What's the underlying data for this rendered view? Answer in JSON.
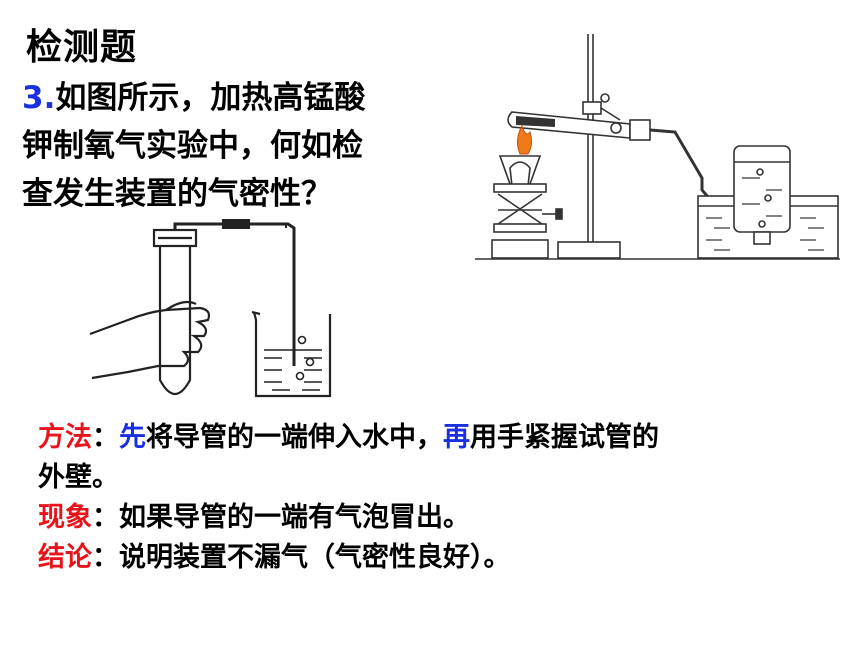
{
  "slide": {
    "title": "检测题",
    "question": {
      "number": "3.",
      "text_line1": "如图所示，加热高锰酸",
      "text_line2": "钾制氧气实验中，何如检",
      "text_line3": "查发生装置的气密性？"
    },
    "answers": {
      "method_label": "方法",
      "colon": "：",
      "method_first": "先",
      "method_part1": "将导管的一端伸入水中，",
      "method_then": "再",
      "method_part2": "用手紧握试管的",
      "method_part3": "外壁。",
      "phenomenon_label": "现象",
      "phenomenon_text": "如果导管的一端有气泡冒出。",
      "conclusion_label": "结论",
      "conclusion_text": "说明装置不漏气（气密性良好）。"
    }
  },
  "colors": {
    "blue": "#1a2fe0",
    "red": "#e8141b",
    "flame": "#f07a1a"
  },
  "icons": {
    "left_figure": "hand-holding-test-tube-icon",
    "right_figure": "oxygen-preparation-apparatus-icon"
  }
}
